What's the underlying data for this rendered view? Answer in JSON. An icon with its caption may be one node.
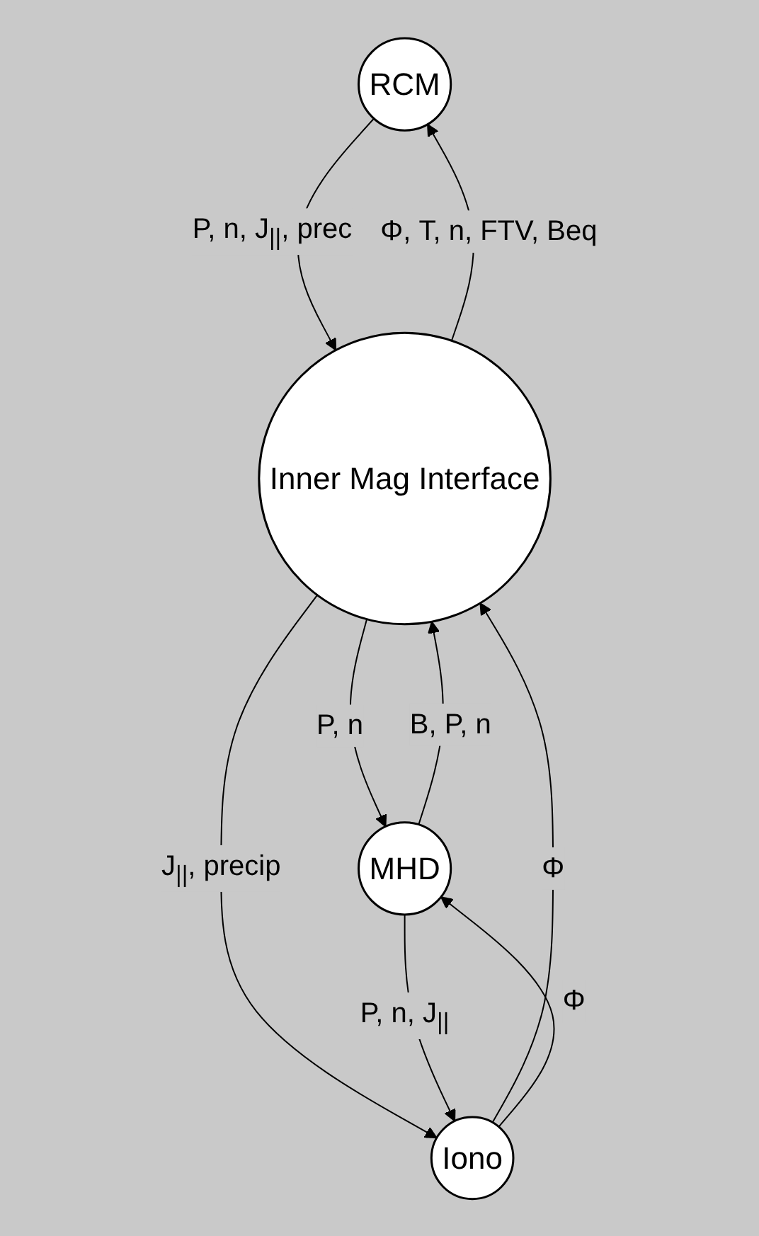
{
  "diagram": {
    "nodes": [
      {
        "text": [
          "RCM"
        ]
      },
      {
        "text": [
          "Inner Mag Interface"
        ]
      },
      {
        "text": [
          "MHD"
        ]
      },
      {
        "text": [
          "Iono"
        ]
      }
    ],
    "edges": [
      {
        "from": 1,
        "to": 0,
        "arrow": "to",
        "label": "Φ, T, n, FTV, Beq"
      },
      {
        "from": 0,
        "to": 1,
        "arrow": "to",
        "label": "P, n, J$_{||}$, prec"
      },
      {
        "from": 2,
        "to": 1,
        "arrow": "to",
        "label": "B, P, n"
      },
      {
        "from": 1,
        "to": 2,
        "arrow": "to",
        "label": "P, n"
      },
      {
        "from": 3,
        "to": 1,
        "arrow": "to",
        "label": "Φ"
      },
      {
        "from": 1,
        "to": 3,
        "arrow": "to",
        "label": "J$_{||}$, precip"
      },
      {
        "from": 2,
        "to": 3,
        "arrow": "to",
        "label": "P, n, J$_{||}$"
      },
      {
        "from": 3,
        "to": 2,
        "arrow": "to",
        "label": "Φ"
      }
    ]
  }
}
